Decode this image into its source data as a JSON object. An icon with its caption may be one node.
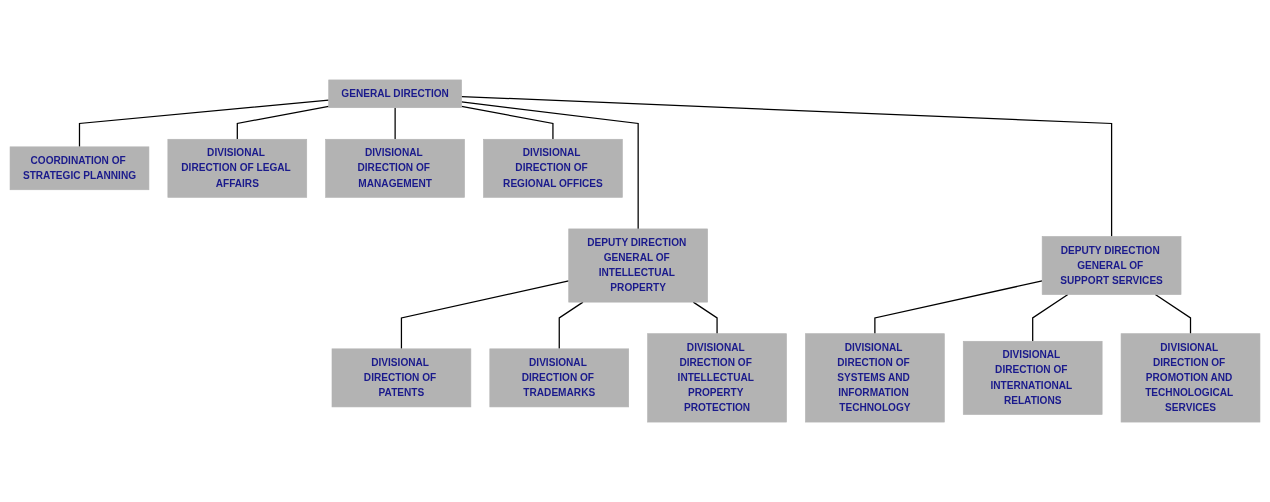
{
  "diagram": {
    "nodes": [
      {
        "text": [
          "GENERAL DIRECTION"
        ]
      },
      {
        "text": [
          "COORDINATION OF STRATEGIC PLANNING"
        ]
      },
      {
        "text": [
          "DIVISIONAL DIRECTION OF LEGAL AFFAIRS"
        ]
      },
      {
        "text": [
          "DIVISIONAL DIRECTION OF MANAGEMENT"
        ]
      },
      {
        "text": [
          "DIVISIONAL DIRECTION OF REGIONAL OFFICES"
        ]
      },
      {
        "text": [
          "DEPUTY DIRECTION GENERAL OF INTELLECTUAL PROPERTY"
        ]
      },
      {
        "text": [
          "DEPUTY DIRECTION GENERAL OF SUPPORT SERVICES"
        ]
      },
      {
        "text": [
          "DIVISIONAL DIRECTION OF PATENTS"
        ]
      },
      {
        "text": [
          "DIVISIONAL DIRECTION OF TRADEMARKS"
        ]
      },
      {
        "text": [
          "DIVISIONAL DIRECTION OF INTELLECTUAL PROPERTY PROTECTION"
        ]
      },
      {
        "text": [
          "DIVISIONAL DIRECTION OF SYSTEMS AND INFORMATION TECHNOLOGY"
        ]
      },
      {
        "text": [
          "DIVISIONAL DIRECTION OF INTERNATIONAL RELATIONS"
        ]
      },
      {
        "text": [
          "DIVISIONAL DIRECTION OF PROMOTION AND TECHNOLOGICAL SERVICES"
        ]
      }
    ],
    "edges": [
      {
        "from": 0,
        "to": 1,
        "arrow": "none"
      },
      {
        "from": 0,
        "to": 2,
        "arrow": "none"
      },
      {
        "from": 0,
        "to": 3,
        "arrow": "none"
      },
      {
        "from": 0,
        "to": 4,
        "arrow": "none"
      },
      {
        "from": 0,
        "to": 5,
        "arrow": "none"
      },
      {
        "from": 0,
        "to": 6,
        "arrow": "none"
      },
      {
        "from": 5,
        "to": 7,
        "arrow": "none"
      },
      {
        "from": 5,
        "to": 8,
        "arrow": "none"
      },
      {
        "from": 5,
        "to": 9,
        "arrow": "none"
      },
      {
        "from": 6,
        "to": 10,
        "arrow": "none"
      },
      {
        "from": 6,
        "to": 11,
        "arrow": "none"
      },
      {
        "from": 6,
        "to": 12,
        "arrow": "none"
      }
    ]
  }
}
